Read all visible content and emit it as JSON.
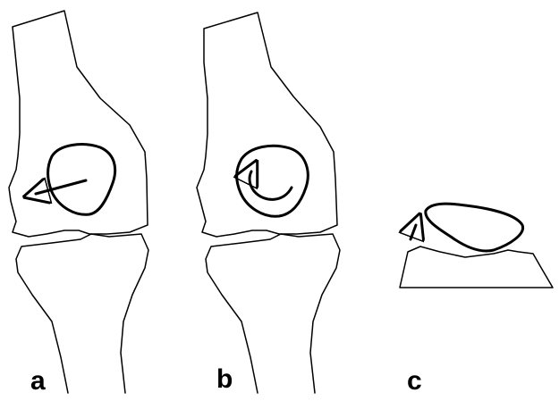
{
  "panels": [
    {
      "id": "a",
      "label": "a"
    },
    {
      "id": "b",
      "label": "b"
    },
    {
      "id": "c",
      "label": "c"
    }
  ],
  "colors": {
    "line": "#000000",
    "background": "#ffffff"
  }
}
